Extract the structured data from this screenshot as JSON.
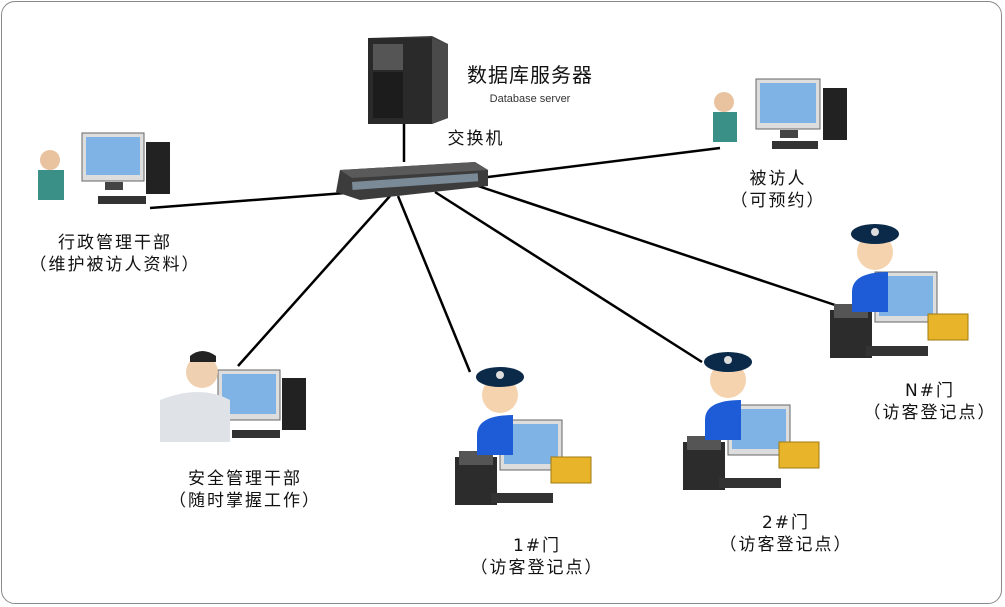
{
  "server": {
    "title": "数据库服务器",
    "subtitle": "Database server"
  },
  "switch": {
    "label": "交换机"
  },
  "nodes": {
    "admin": {
      "name": "行政管理干部",
      "note": "（维护被访人资料）"
    },
    "visitee": {
      "name": "被访人",
      "note": "（可预约）"
    },
    "security": {
      "name": "安全管理干部",
      "note": "（随时掌握工作）"
    },
    "gate1": {
      "name": "1#门",
      "note": "（访客登记点）"
    },
    "gate2": {
      "name": "2#门",
      "note": "（访客登记点）"
    },
    "gateN": {
      "name": "N#门",
      "note": "（访客登记点）"
    }
  },
  "colors": {
    "line": "#000000",
    "screen": "#7fb3e6",
    "uniform": "#1e5bd6",
    "cap": "#0b2a4a",
    "card": "#e8b52a"
  }
}
